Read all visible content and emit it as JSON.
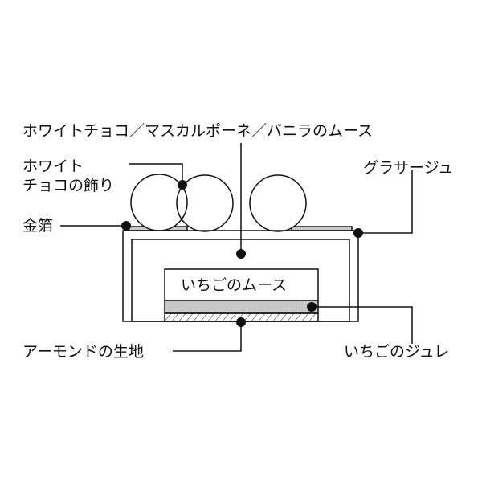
{
  "labels": {
    "top_mousse": "ホワイトチョコ／マスカルポーネ／バニラのムース",
    "white_choco_line1": "ホワイト",
    "white_choco_line2": "チョコの飾り",
    "gold_leaf": "金箔",
    "glacage": "グラサージュ",
    "strawberry_mousse": "いちごのムース",
    "almond_sponge": "アーモンドの生地",
    "strawberry_gelee": "いちごのジュレ"
  },
  "colors": {
    "line": "#111111",
    "gray_layer": "#c8c8c8"
  }
}
